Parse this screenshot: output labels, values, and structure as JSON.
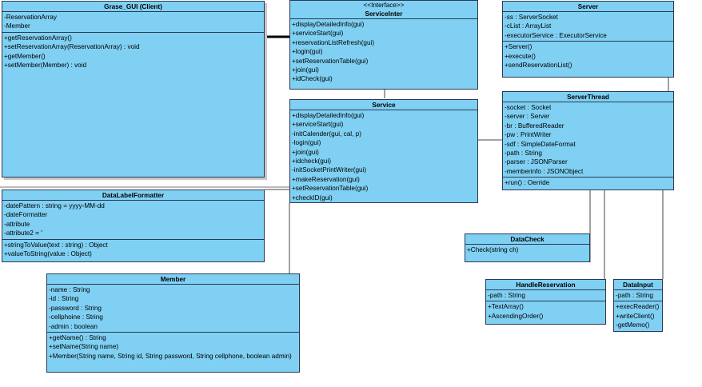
{
  "classes": {
    "grase_gui": {
      "name": "Grase_GUI (Client)",
      "attributes": [
        "-ReservationArray",
        "-Member"
      ],
      "operations": [
        "+getReservationArray()",
        "+setReservationArray(ReservationArray) : void",
        "+getMember()",
        "+setMember(Member) : void"
      ]
    },
    "service_inter": {
      "stereotype": "<<Interface>>",
      "name": "ServiceInter",
      "operations": [
        "+displayDetailedInfo(gui)",
        "+serviceStart(gui)",
        "+reservationListRefresh(gui)",
        "+login(gui)",
        "+setReservationTable(gui)",
        "+join(gui)",
        "+idCheck(gui)"
      ]
    },
    "service": {
      "name": "Service",
      "operations": [
        "+displayDetailedInfo(gui)",
        "+serviceStart(gui)",
        "-initCalender(gui, cal, p)",
        "-login(gui)",
        "+join(gui)",
        "+idcheck(gui)",
        "-initSocketPrintWriter(gui)",
        "+makeReservation(gui)",
        "+setReservationTable(gui)",
        "+checkID(gui)"
      ]
    },
    "server": {
      "name": "Server",
      "attributes": [
        "-ss : ServerSocket",
        "-cList : ArrayList",
        "-executorService : ExecutorService"
      ],
      "operations": [
        "+Server()",
        "+execute()",
        "+sendReservationList()"
      ]
    },
    "server_thread": {
      "name": "ServerThread",
      "attributes": [
        "-socket : Socket",
        "-server : Server",
        "-br : BufferedReader",
        "-pw : PrintWriter",
        "-sdf : SimpleDateFormat",
        "-path : String",
        "-parser : JSONParser",
        "-memberinfo : JSONObject"
      ],
      "operations": [
        "+run() : Oerride"
      ]
    },
    "data_label_formatter": {
      "name": "DataLabelFormatter",
      "attributes": [
        "-datePattern : string = yyyy-MM-dd",
        "-dateFormatter",
        "-attribute",
        "-attribute2 = '"
      ],
      "operations": [
        "+stringToValue(text : string) : Object",
        "+valueToString(value : Object)"
      ]
    },
    "member": {
      "name": "Member",
      "attributes": [
        "-name : String",
        "-id : String",
        "-password : String",
        "-cellphoine : String",
        "-admin : boolean"
      ],
      "operations": [
        "+getName() : String",
        "+setName(String name)",
        "+Member(String name, String id, String password, String cellphone, boolean admin)"
      ]
    },
    "data_check": {
      "name": "DataCheck",
      "operations": [
        "+Check(string ch)"
      ]
    },
    "handle_reservation": {
      "name": "HandleReservation",
      "attributes": [
        "-path : String"
      ],
      "operations": [
        "+TextArray()",
        "+AscendingOrder()"
      ]
    },
    "data_input": {
      "name": "DataInput",
      "attributes": [
        "-path : String"
      ],
      "operations": [
        "+execReader()",
        "+writeClient()",
        "-getMemo()"
      ]
    }
  },
  "colors": {
    "class_fill": "#7fd0f3",
    "border": "#2a3a55",
    "line": "#000000"
  }
}
